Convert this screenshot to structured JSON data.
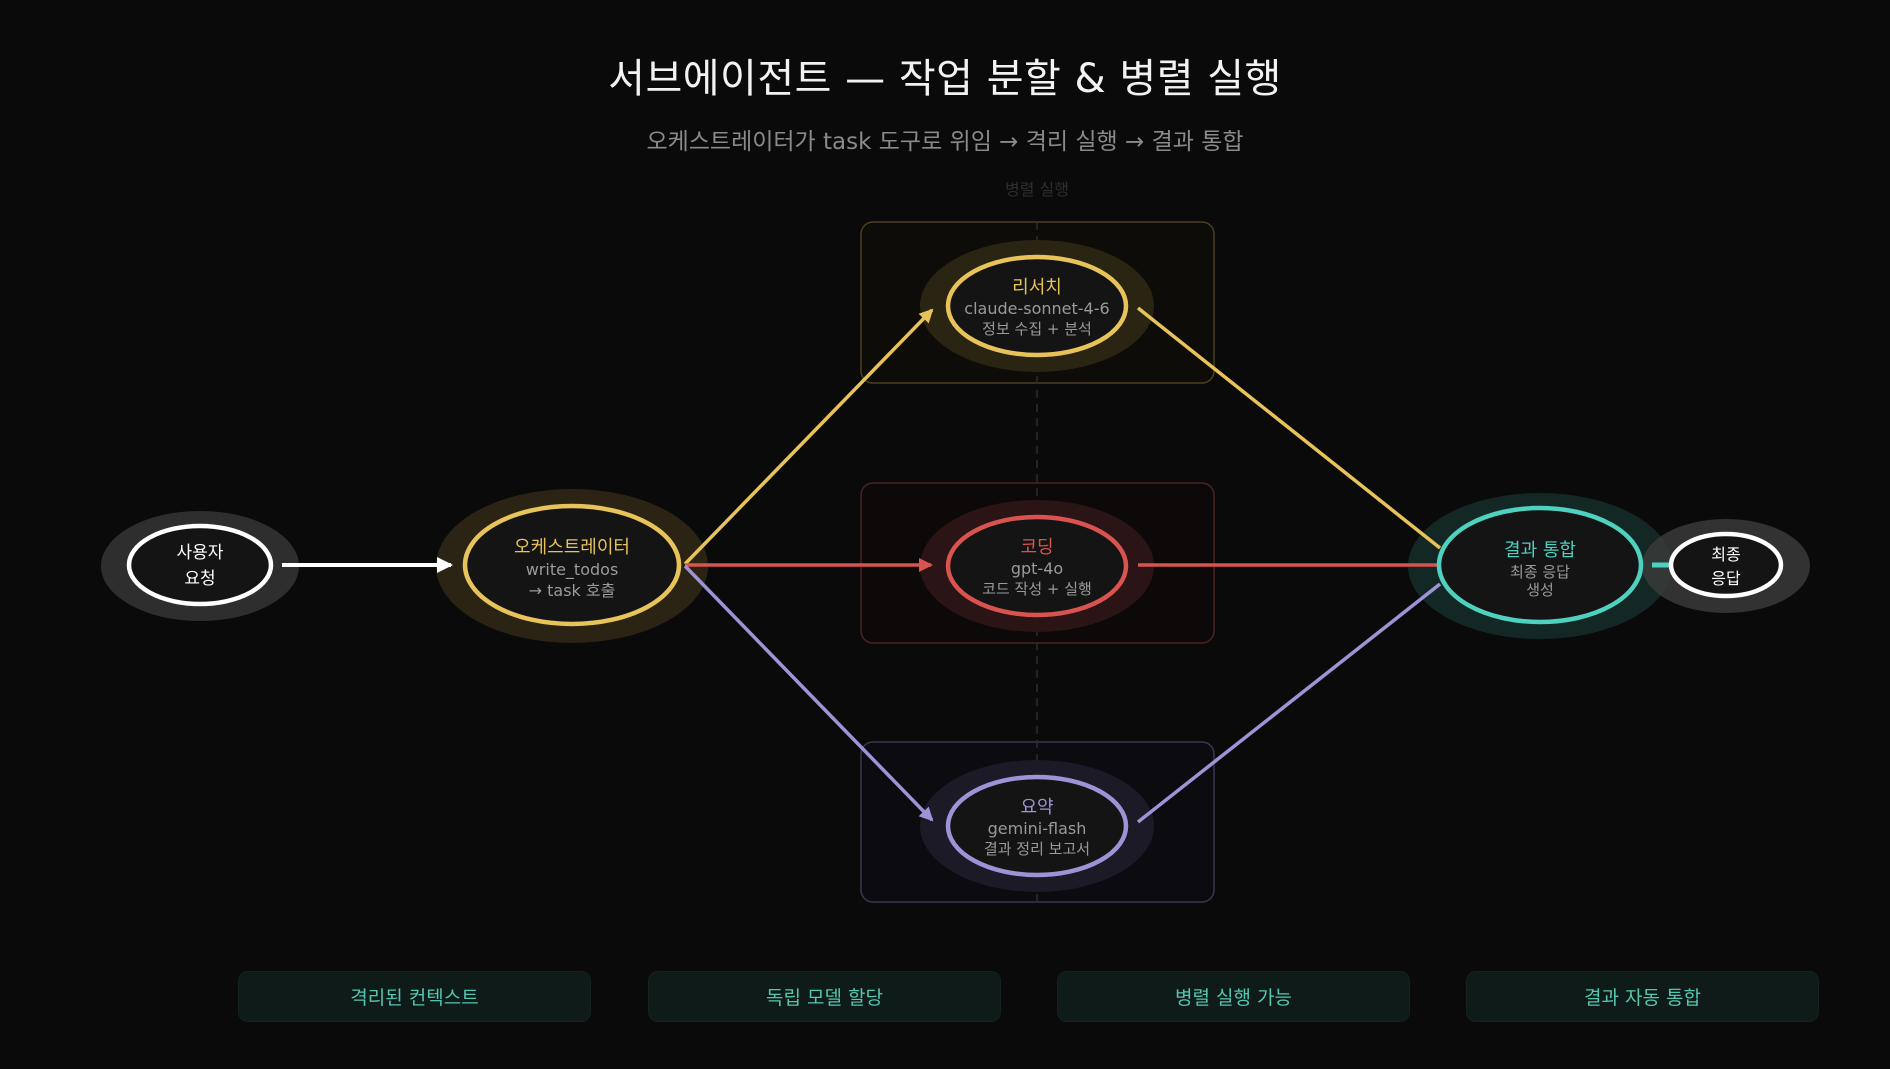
{
  "header": {
    "title": "서브에이전트 — 작업 분할 & 병렬 실행",
    "subtitle": "오케스트레이터가 task 도구로 위임 → 격리 실행 → 결과 통합"
  },
  "parallel_group": {
    "label": "병렬 실행"
  },
  "colors": {
    "background": "#0a0a0a",
    "white": "#ffffff",
    "gold": "#e8c35a",
    "red": "#d9534f",
    "purple": "#9d93d6",
    "teal": "#4fd1c0",
    "muted_text": "#9a9a9a",
    "feature_text": "#55c6b0"
  },
  "nodes": {
    "user": {
      "line1": "사용자",
      "line2": "요청"
    },
    "orchestrator": {
      "title": "오케스트레이터",
      "line2": "write_todos",
      "line3": "→ task 호출"
    },
    "research": {
      "title": "리서치",
      "model": "claude-sonnet-4-6",
      "desc": "정보 수집 + 분석"
    },
    "coding": {
      "title": "코딩",
      "model": "gpt-4o",
      "desc": "코드 작성 + 실행"
    },
    "summary": {
      "title": "요약",
      "model": "gemini-flash",
      "desc": "결과 정리 보고서"
    },
    "integrate": {
      "title": "결과 통합",
      "line2": "최종 응답",
      "line3": "생성"
    },
    "final": {
      "line1": "최종",
      "line2": "응답"
    }
  },
  "edges": [
    {
      "from": "user",
      "to": "orchestrator",
      "color": "#ffffff",
      "arrow": true
    },
    {
      "from": "orchestrator",
      "to": "research",
      "color": "#e8c35a",
      "arrow": true
    },
    {
      "from": "orchestrator",
      "to": "coding",
      "color": "#d9534f",
      "arrow": true
    },
    {
      "from": "orchestrator",
      "to": "summary",
      "color": "#9d93d6",
      "arrow": true
    },
    {
      "from": "research",
      "to": "integrate",
      "color": "#e8c35a",
      "arrow": false
    },
    {
      "from": "coding",
      "to": "integrate",
      "color": "#d9534f",
      "arrow": false
    },
    {
      "from": "summary",
      "to": "integrate",
      "color": "#9d93d6",
      "arrow": false
    },
    {
      "from": "integrate",
      "to": "final",
      "color": "#4fd1c0",
      "arrow": false
    }
  ],
  "features": [
    {
      "label": "격리된 컨텍스트"
    },
    {
      "label": "독립 모델 할당"
    },
    {
      "label": "병렬 실행 가능"
    },
    {
      "label": "결과 자동 통합"
    }
  ]
}
